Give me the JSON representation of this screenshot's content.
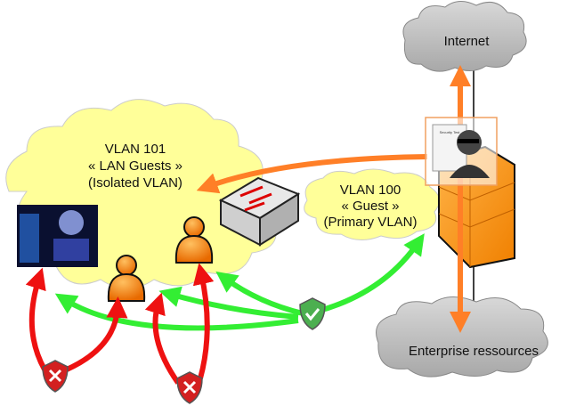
{
  "clouds": {
    "internet": "Internet",
    "enterprise": "Enterprise ressources",
    "vlan101": {
      "line1": "VLAN 101",
      "line2": "« LAN Guests »",
      "line3": "(Isolated VLAN)"
    },
    "vlan100": {
      "line1": "VLAN 100",
      "line2": "« Guest »",
      "line3": "(Primary VLAN)"
    }
  },
  "security_card": "Security Test",
  "colors": {
    "isolated_cloud": "#ffff99",
    "external_cloud": "#c8c8c8",
    "allowed_arrow": "#33ee33",
    "blocked_arrow": "#ee1111",
    "routed_arrow": "#ff7f27",
    "user_icon": "#ff8a00"
  },
  "icons": [
    "hacker-image",
    "user-icon",
    "switch-icon",
    "firewall-icon",
    "security-guard-icon",
    "allowed-shield-icon",
    "denied-shield-icon"
  ]
}
